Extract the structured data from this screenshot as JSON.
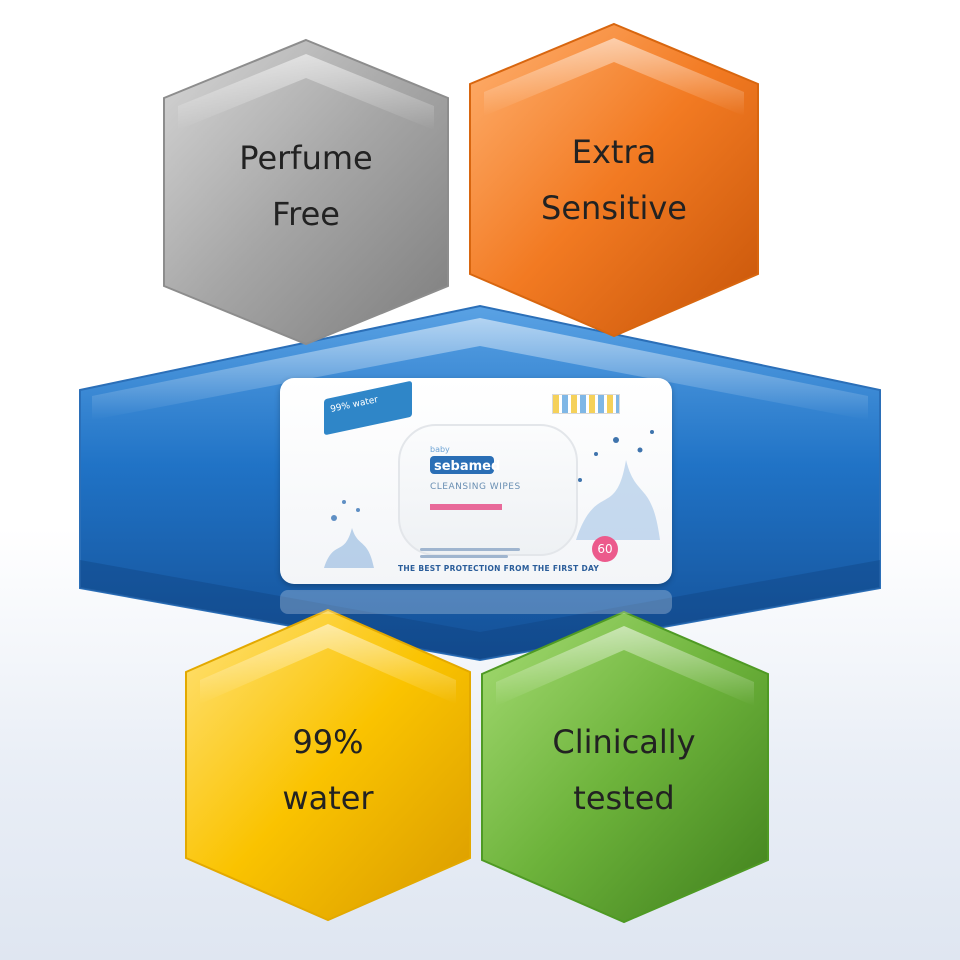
{
  "features": [
    {
      "id": "perfume-free",
      "label": "Perfume\nFree",
      "color": "#a3a3a3"
    },
    {
      "id": "extra-sensitive",
      "label": "Extra\nSensitive",
      "color": "#f07a24"
    },
    {
      "id": "water",
      "label": "99%\nwater",
      "color": "#f9c200"
    },
    {
      "id": "clinically-tested",
      "label": "Clinically\ntested",
      "color": "#6cb33a"
    }
  ],
  "center_band_color": "#1f6fc2",
  "product": {
    "brand_small": "baby",
    "brand": "sebamed",
    "badge_ribbon": "99% water",
    "product_name": "CLEANSING WIPES",
    "count": "60",
    "slogan": "THE BEST PROTECTION FROM THE FIRST DAY"
  }
}
